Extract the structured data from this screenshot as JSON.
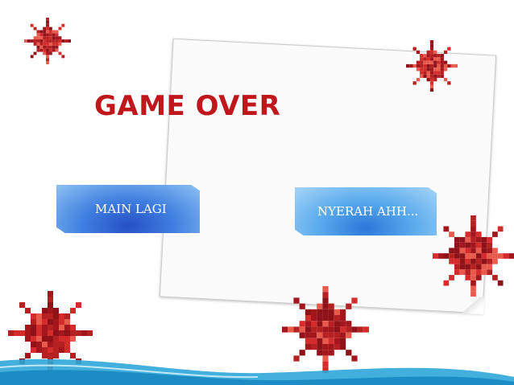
{
  "dialog": {
    "title": "GAME OVER"
  },
  "buttons": {
    "play_again": "MAIN LAGI",
    "give_up": "NYERAH AHH..."
  },
  "decor": {
    "virus_icon": "virus-pixel-icon",
    "wave_icon": "ocean-wave-icon"
  },
  "colors": {
    "title": "#c0171d",
    "button_main": "#2650c4",
    "button_quit": "#3f8fe3",
    "virus_dark": "#a3161c",
    "virus_mid": "#d62b2b",
    "virus_light": "#e85a4c",
    "wave": "#2ea6d8"
  }
}
